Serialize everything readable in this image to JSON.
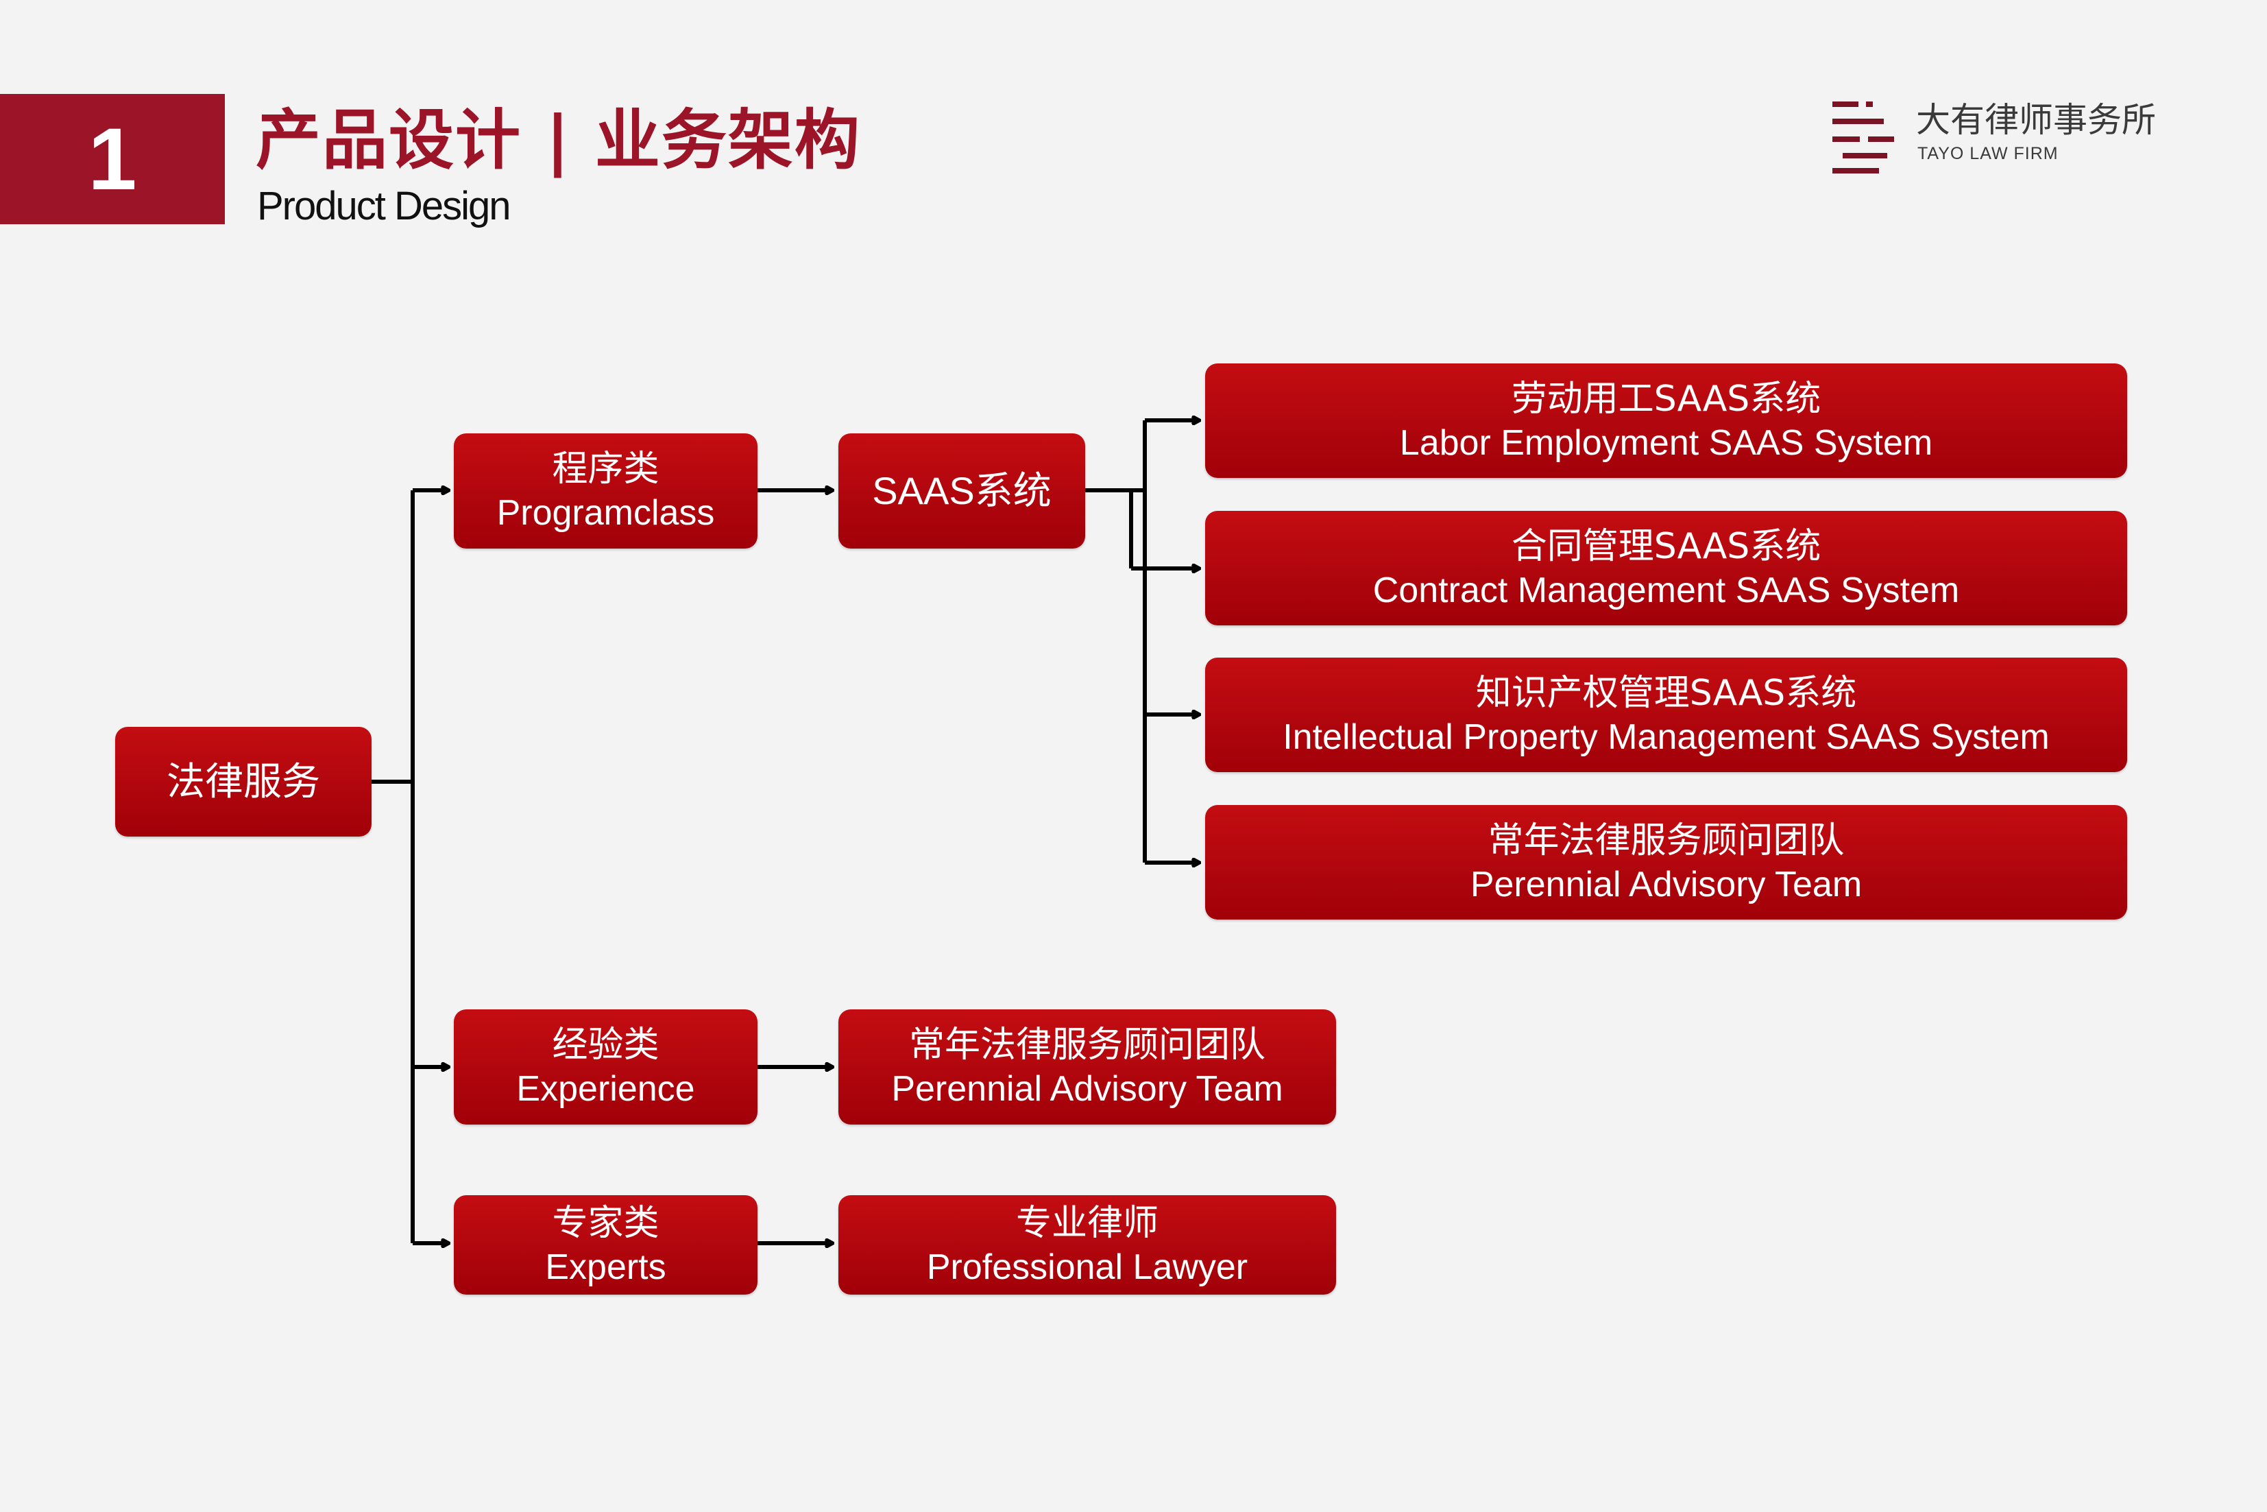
{
  "header": {
    "number": "1",
    "title_cn": "产品设计 | 业务架构",
    "title_en": "Product Design"
  },
  "logo": {
    "name": "大有律师事务所",
    "sub": "TAYO LAW FIRM"
  },
  "colors": {
    "brand": "#9b1427",
    "node_top": "#c30d12",
    "node_bottom": "#a10009",
    "background": "#f3f3f3"
  },
  "tree": {
    "root": "法律服务",
    "categories": [
      {
        "cn": "程序类",
        "en": "Programclass"
      },
      {
        "cn": "经验类",
        "en": "Experience"
      },
      {
        "cn": "专家类",
        "en": "Experts"
      }
    ],
    "saas": "SAAS系统",
    "saas_children": [
      {
        "cn": "劳动用工SAAS系统",
        "en": "Labor Employment SAAS System"
      },
      {
        "cn": "合同管理SAAS系统",
        "en": "Contract Management SAAS System"
      },
      {
        "cn": "知识产权管理SAAS系统",
        "en": "Intellectual Property Management SAAS System"
      },
      {
        "cn": "常年法律服务顾问团队",
        "en": "Perennial Advisory Team"
      }
    ],
    "experience_child": {
      "cn": "常年法律服务顾问团队",
      "en": "Perennial Advisory Team"
    },
    "experts_child": {
      "cn": "专业律师",
      "en": "Professional Lawyer"
    }
  }
}
